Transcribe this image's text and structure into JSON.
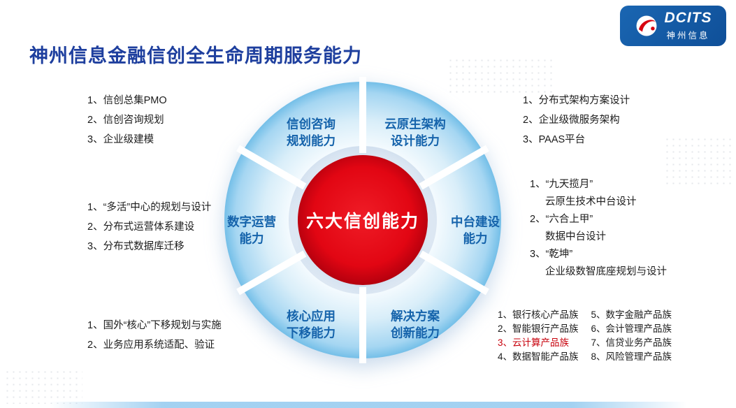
{
  "slide": {
    "title": "神州信息金融信创全生命周期服务能力"
  },
  "logo": {
    "brand": "DCITS",
    "company": "神州信息"
  },
  "wheel": {
    "center_label": "六大信创能力",
    "segments": [
      {
        "line1": "信创咨询",
        "line2": "规划能力"
      },
      {
        "line1": "云原生架构",
        "line2": "设计能力"
      },
      {
        "line1": "中台建设",
        "line2": "能力"
      },
      {
        "line1": "解决方案",
        "line2": "创新能力"
      },
      {
        "line1": "核心应用",
        "line2": "下移能力"
      },
      {
        "line1": "数字运营",
        "line2": "能力"
      }
    ]
  },
  "lists": {
    "consulting": [
      "1、信创总集PMO",
      "2、信创咨询规划",
      "3、企业级建模"
    ],
    "cloud_native": [
      "1、分布式架构方案设计",
      "2、企业级微服务架构",
      "3、PAAS平台"
    ],
    "middle_platform": [
      {
        "main": "1、“九天揽月”",
        "sub": "云原生技术中台设计"
      },
      {
        "main": "2、“六合上甲”",
        "sub": "数据中台设计"
      },
      {
        "main": "3、“乾坤”",
        "sub": "企业级数智底座规划与设计"
      }
    ],
    "digital_operation": [
      "1、“多活”中心的规划与设计",
      "2、分布式运营体系建设",
      "3、分布式数据库迁移"
    ],
    "core_migration": [
      "1、国外“核心”下移规划与实施",
      "2、业务应用系统适配、验证"
    ],
    "product_families_col1": [
      "1、银行核心产品族",
      "2、智能银行产品族",
      "3、云计算产品族",
      "4、数据智能产品族"
    ],
    "product_families_col2": [
      "5、数字金融产品族",
      "6、会计管理产品族",
      "7、信贷业务产品族",
      "8、风险管理产品族"
    ]
  },
  "colors": {
    "title_blue": "#1e3f9e",
    "segment_label_blue": "#1563ab",
    "ring_blue": "#7cc2ea",
    "center_red": "#e20613",
    "highlight_red": "#c7000b",
    "logo_panel_blue": "#0f4f98"
  }
}
